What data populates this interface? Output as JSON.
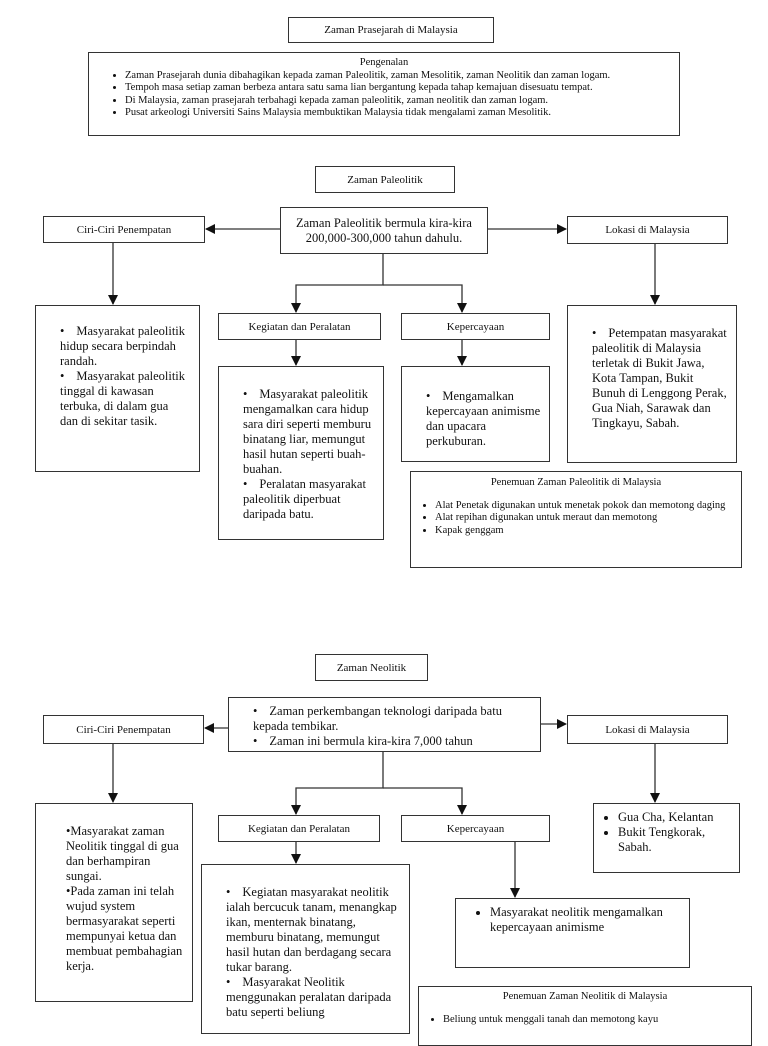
{
  "title": "Zaman Prasejarah di Malaysia",
  "intro": {
    "heading": "Pengenalan",
    "items": [
      "Zaman Prasejarah dunia dibahagikan kepada zaman Paleolitik, zaman Mesolitik, zaman Neolitik dan zaman logam.",
      "Tempoh masa setiap zaman berbeza antara satu sama lian bergantung kepada tahap kemajuan disesuatu tempat.",
      "Di Malaysia, zaman prasejarah terbahagi kepada zaman paleolitik, zaman neolitik dan zaman logam.",
      "Pusat arkeologi Universiti Sains Malaysia membuktikan Malaysia tidak mengalami zaman Mesolitik."
    ]
  },
  "paleolitik": {
    "heading": "Zaman Paleolitik",
    "center": "Zaman Paleolitik bermula kira-kira 200,000-300,000 tahun dahulu.",
    "ciri_label": "Ciri-Ciri Penempatan",
    "ciri_items": [
      "Masyarakat paleolitik hidup secara berpindah randah.",
      "Masyarakat paleolitik tinggal di kawasan terbuka, di dalam gua dan di sekitar tasik."
    ],
    "lokasi_label": "Lokasi di Malaysia",
    "lokasi_items": [
      "Petempatan masyarakat paleolitik di Malaysia terletak di Bukit Jawa, Kota Tampan, Bukit Bunuh di Lenggong Perak, Gua Niah, Sarawak dan Tingkayu, Sabah."
    ],
    "kegiatan_label": "Kegiatan dan Peralatan",
    "kegiatan_items": [
      "Masyarakat paleolitik mengamalkan cara hidup sara diri seperti memburu binatang liar, memungut hasil hutan seperti buah-buahan.",
      "Peralatan masyarakat paleolitik diperbuat daripada batu."
    ],
    "kepercayaan_label": "Kepercayaan",
    "kepercayaan_items": [
      "Mengamalkan kepercayaan animisme dan upacara perkuburan."
    ],
    "penemuan_heading": "Penemuan Zaman Paleolitik di Malaysia",
    "penemuan_items": [
      "Alat Penetak digunakan untuk menetak pokok dan memotong daging",
      "Alat repihan digunakan untuk meraut dan memotong",
      "Kapak genggam"
    ]
  },
  "neolitik": {
    "heading": "Zaman Neolitik",
    "center_items": [
      "Zaman perkembangan teknologi daripada batu kepada tembikar.",
      "Zaman ini bermula kira-kira 7,000 tahun"
    ],
    "ciri_label": "Ciri-Ciri Penempatan",
    "ciri_items": [
      "Masyarakat zaman Neolitik tinggal di gua dan berhampiran sungai.",
      "Pada zaman ini telah wujud system bermasyarakat seperti mempunyai ketua dan membuat pembahagian kerja."
    ],
    "lokasi_label": "Lokasi di Malaysia",
    "lokasi_items": [
      "Gua Cha, Kelantan",
      "Bukit Tengkorak, Sabah."
    ],
    "kegiatan_label": "Kegiatan dan Peralatan",
    "kegiatan_items": [
      "Kegiatan masyarakat neolitik ialah bercucuk tanam, menangkap ikan, menternak binatang, memburu binatang, memungut hasil hutan dan berdagang secara tukar barang.",
      "Masyarakat Neolitik menggunakan peralatan daripada batu seperti beliung"
    ],
    "kepercayaan_label": "Kepercayaan",
    "kepercayaan_items": [
      "Masyarakat neolitik mengamalkan kepercayaan animisme"
    ],
    "penemuan_heading": "Penemuan Zaman Neolitik di Malaysia",
    "penemuan_items": [
      "Beliung untuk menggali tanah dan memotong kayu"
    ]
  }
}
